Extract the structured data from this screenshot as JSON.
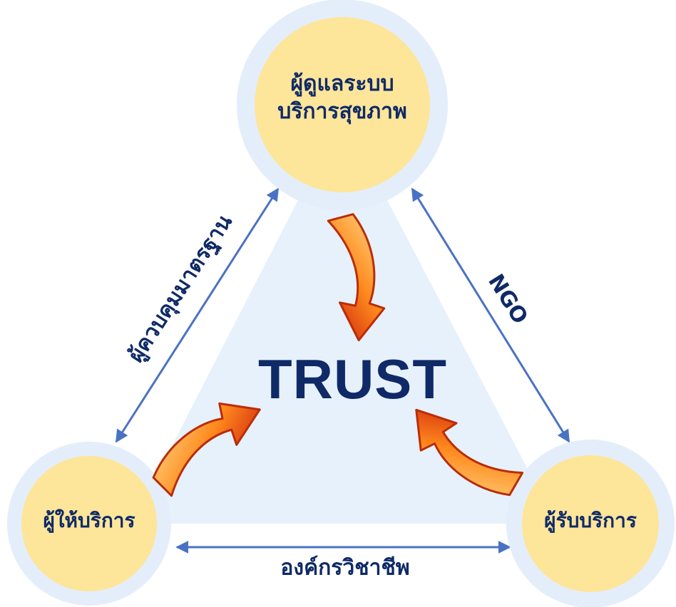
{
  "center": {
    "label": "TRUST"
  },
  "nodes": {
    "top": {
      "line1": "ผู้ดูแลระบบ",
      "line2": "บริการสุขภาพ"
    },
    "left": {
      "label": "ผู้ให้บริการ"
    },
    "right": {
      "label": "ผู้รับบริการ"
    }
  },
  "edges": {
    "left_side": {
      "label": "ผู้ควบคุมมาตรฐาน"
    },
    "right_side": {
      "label": "NGO"
    },
    "bottom_side": {
      "label": "องค์กรวิชาชีพ"
    }
  },
  "colors": {
    "node_fill": "#fde59a",
    "node_halo": "#e4eefa",
    "triangle_fill": "#e7f1fc",
    "connector": "#4a72c4",
    "text": "#0f2a67",
    "arrow_dark": "#d9380f",
    "arrow_light": "#ffb34a"
  }
}
